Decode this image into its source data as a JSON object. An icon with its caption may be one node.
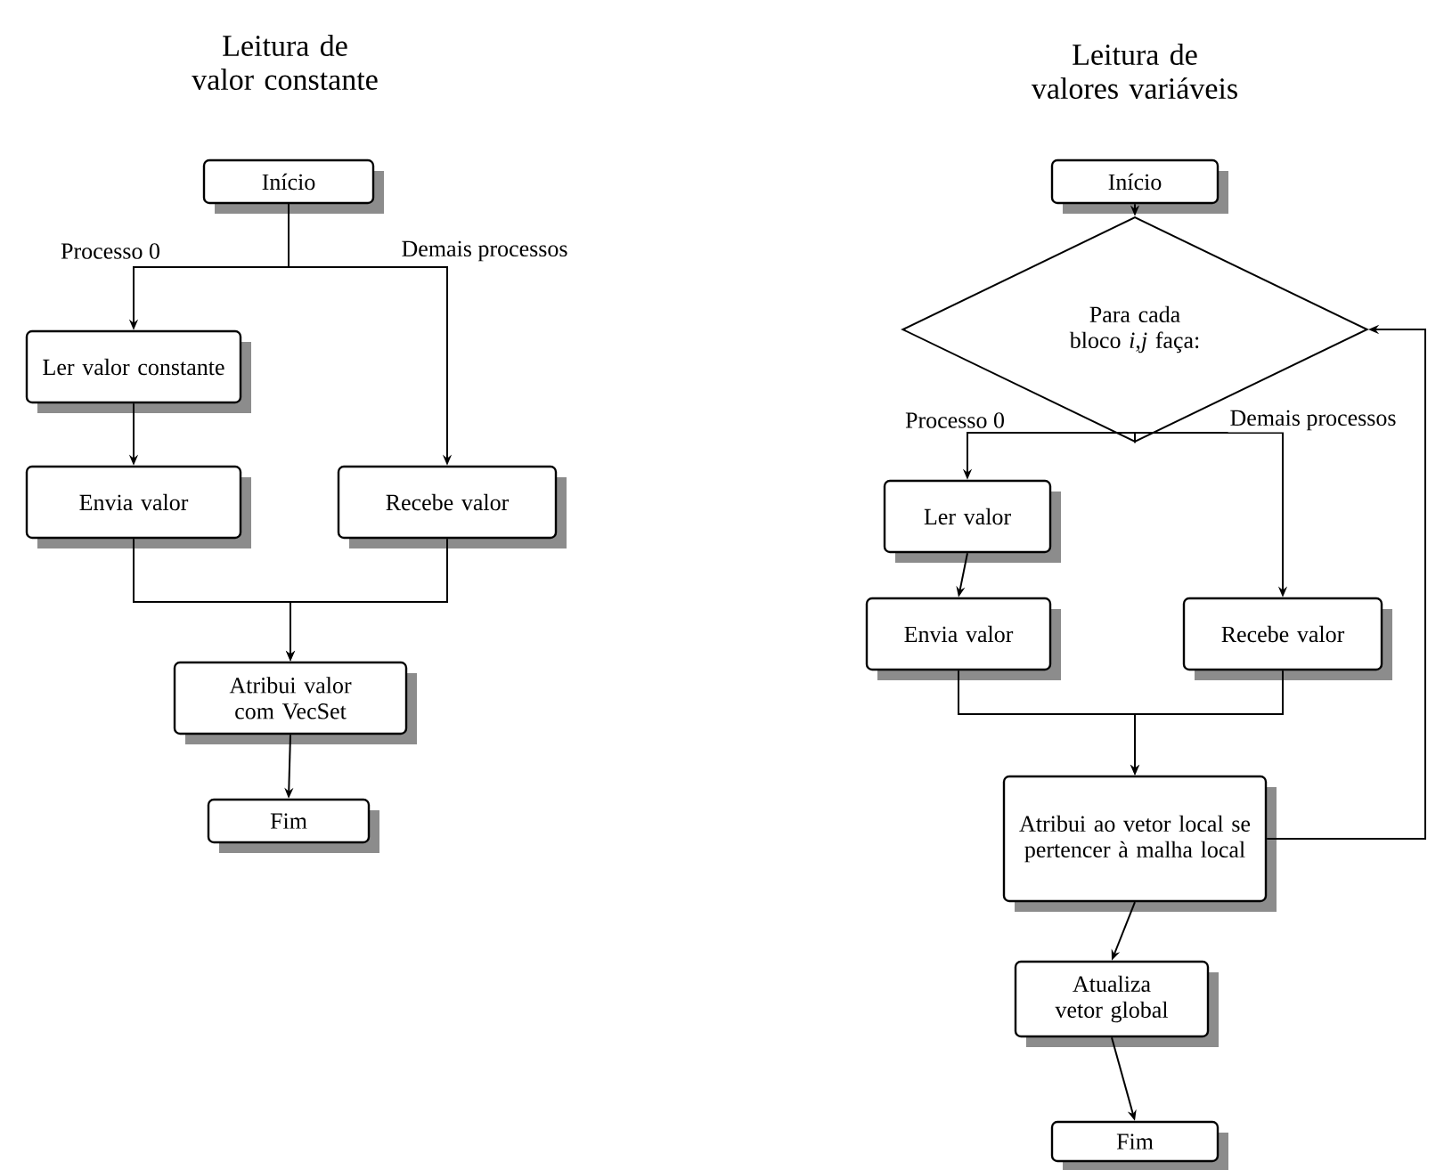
{
  "diagram": {
    "nodes": [
      {
        "text": [
          "Início"
        ]
      },
      {
        "text": [
          "Ler valor constante"
        ]
      },
      {
        "text": [
          "Envia valor"
        ]
      },
      {
        "text": [
          "Recebe valor"
        ]
      },
      {
        "text": [
          "Atribui valor com VecSet"
        ]
      },
      {
        "text": [
          "Fim"
        ]
      },
      {
        "text": [
          "Início"
        ]
      },
      {
        "text": [
          "Para cada bloco *i*,*j* faça:"
        ]
      },
      {
        "text": [
          "Ler valor"
        ]
      },
      {
        "text": [
          "Envia valor"
        ]
      },
      {
        "text": [
          "Recebe valor"
        ]
      },
      {
        "text": [
          "Atribui ao vetor local se pertencer à malha local"
        ]
      },
      {
        "text": [
          "Atualiza vetor global"
        ]
      },
      {
        "text": [
          "Fim"
        ]
      }
    ],
    "edges": [
      {
        "from": 0,
        "to": 1,
        "arrow": "to",
        "label": "Processo 0"
      },
      {
        "from": 0,
        "to": 3,
        "arrow": "to",
        "label": "Demais processos"
      },
      {
        "from": 1,
        "to": 2,
        "arrow": "to"
      },
      {
        "from": 2,
        "to": 4,
        "arrow": "to"
      },
      {
        "from": 3,
        "to": 4,
        "arrow": "to"
      },
      {
        "from": 4,
        "to": 5,
        "arrow": "to"
      },
      {
        "from": 6,
        "to": 7,
        "arrow": "to"
      },
      {
        "from": 7,
        "to": 8,
        "arrow": "to",
        "label": "Processo 0"
      },
      {
        "from": 7,
        "to": 10,
        "arrow": "to",
        "label": "Demais processos"
      },
      {
        "from": 8,
        "to": 9,
        "arrow": "to"
      },
      {
        "from": 9,
        "to": 11,
        "arrow": "to"
      },
      {
        "from": 10,
        "to": 11,
        "arrow": "to"
      },
      {
        "from": 11,
        "to": 7,
        "arrow": "to"
      },
      {
        "from": 11,
        "to": 12,
        "arrow": "to"
      },
      {
        "from": 12,
        "to": 13,
        "arrow": "to"
      }
    ],
    "labels": [
      "Leitura de valor constante",
      "Leitura de valores variáveis"
    ]
  }
}
